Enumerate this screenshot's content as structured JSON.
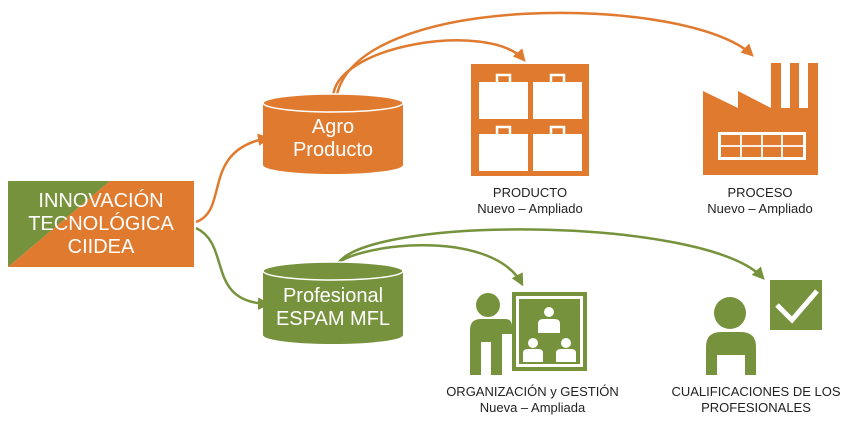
{
  "colors": {
    "orange": "#E07A2E",
    "green": "#76923C",
    "white": "#FFFFFF"
  },
  "source": {
    "lines": [
      "INNOVACIÓN",
      "TECNOLÓGICA",
      "CIIDEA"
    ]
  },
  "agro": {
    "lines": [
      "Agro",
      "Producto"
    ]
  },
  "profesional": {
    "lines": [
      "Profesional",
      "ESPAM MFL"
    ]
  },
  "outputs": {
    "producto": {
      "title": "PRODUCTO",
      "subtitle": "Nuevo – Ampliado",
      "icon": "shopping-bags-icon"
    },
    "proceso": {
      "title": "PROCESO",
      "subtitle": "Nuevo – Ampliado",
      "icon": "factory-icon"
    },
    "organizacion": {
      "title": "ORGANIZACIÓN y GESTIÓN",
      "subtitle": "Nueva – Ampliada",
      "icon": "team-presentation-icon"
    },
    "cualificaciones": {
      "title": "CUALIFICACIONES DE LOS",
      "subtitle": "PROFESIONALES",
      "icon": "checked-professional-icon"
    }
  }
}
